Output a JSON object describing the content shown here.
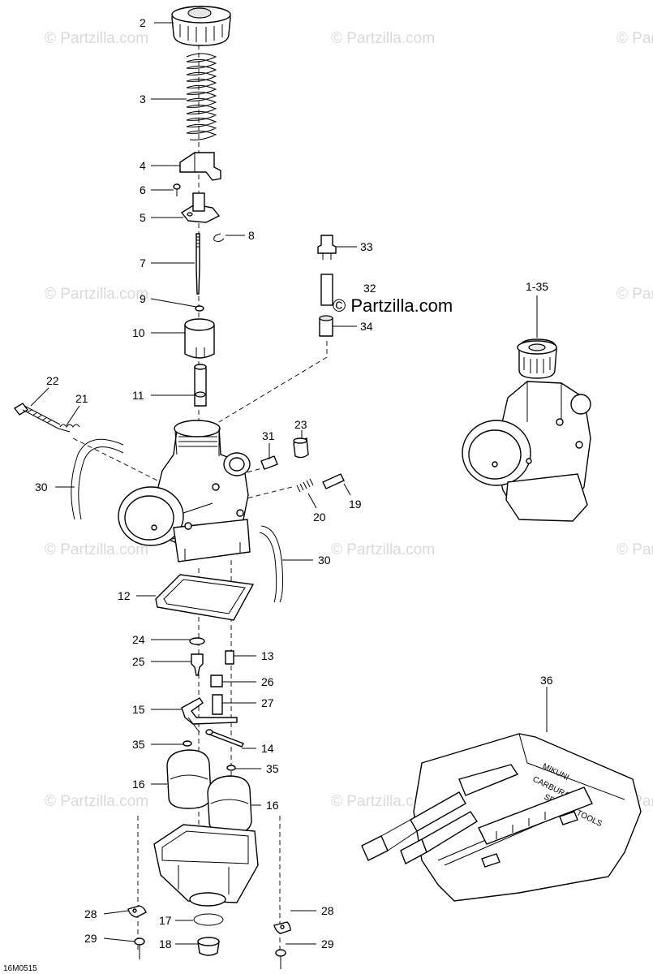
{
  "watermark": "© Partzilla.com",
  "brand_mark": "© Partzilla.com",
  "drawing_ref": "16M0515",
  "tool_kit_text": [
    "MIKUNI",
    "CARBURATOR",
    "SPECIAL TOOLS"
  ],
  "callouts": {
    "c2": "2",
    "c3": "3",
    "c4": "4",
    "c6": "6",
    "c5": "5",
    "c8": "8",
    "c7": "7",
    "c33": "33",
    "c32": "32",
    "c9": "9",
    "c34": "34",
    "c10": "10",
    "c135": "1-35",
    "c11": "11",
    "c22": "22",
    "c21": "21",
    "c23": "23",
    "c31": "31",
    "c30a": "30",
    "c19": "19",
    "c20": "20",
    "c30b": "30",
    "c12": "12",
    "c24": "24",
    "c13": "13",
    "c25": "25",
    "c26": "26",
    "c36": "36",
    "c27": "27",
    "c15": "15",
    "c35a": "35",
    "c14": "14",
    "c35b": "35",
    "c16a": "16",
    "c16b": "16",
    "c28a": "28",
    "c28b": "28",
    "c17": "17",
    "c29a": "29",
    "c18": "18",
    "c29b": "29"
  }
}
